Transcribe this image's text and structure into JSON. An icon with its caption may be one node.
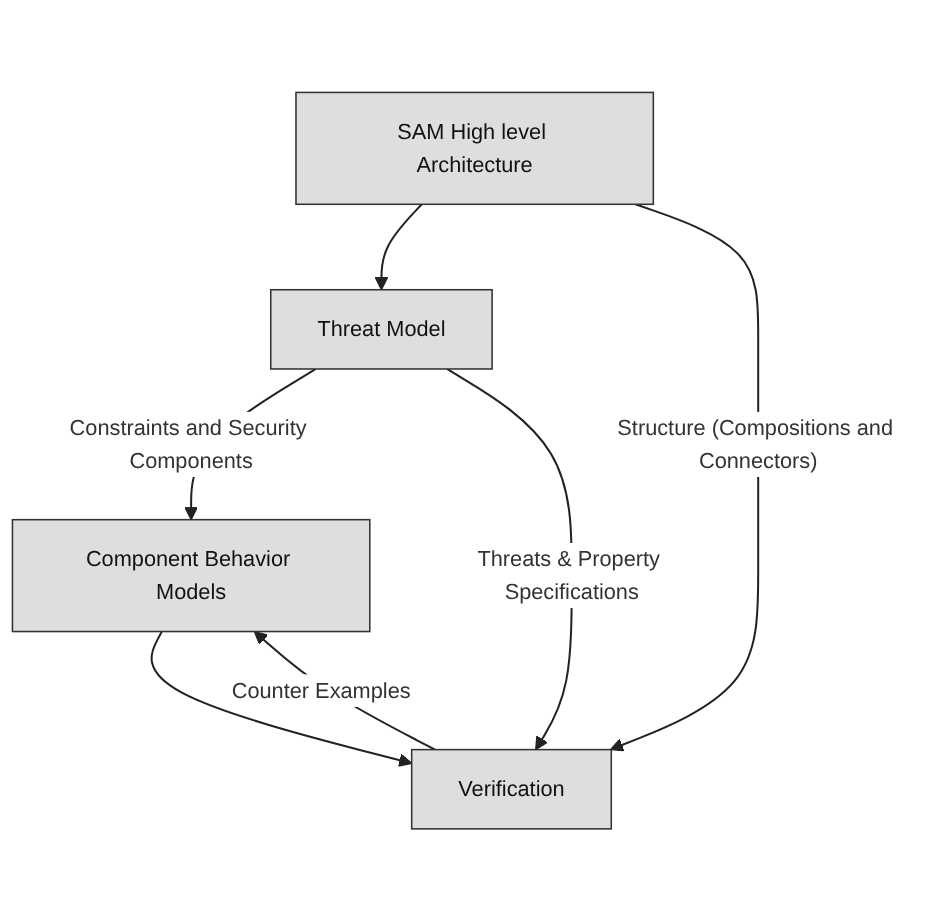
{
  "diagram": {
    "nodes": [
      {
        "text": [
          "SAM High level Architecture"
        ]
      },
      {
        "text": [
          "Threat Model"
        ]
      },
      {
        "text": [
          "Component Behavior Models"
        ]
      },
      {
        "text": [
          "Verification"
        ]
      }
    ],
    "edges": [
      {
        "from": 0,
        "to": 1,
        "arrow": "to"
      },
      {
        "from": 1,
        "to": 2,
        "arrow": "to",
        "label": "Constraints and Security Components"
      },
      {
        "from": 1,
        "to": 3,
        "arrow": "to",
        "label": "Threats & Property Specifications"
      },
      {
        "from": 2,
        "to": 3,
        "arrow": "to"
      },
      {
        "from": 3,
        "to": 2,
        "arrow": "to",
        "label": "Counter Examples"
      },
      {
        "from": 0,
        "to": 3,
        "arrow": "to",
        "label": "Structure (Compositions and Connectors)"
      }
    ]
  }
}
